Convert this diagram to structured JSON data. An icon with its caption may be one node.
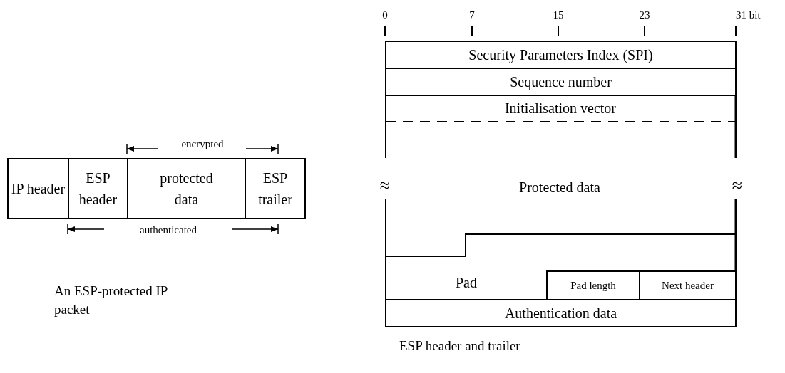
{
  "diagram": {
    "nodes": [
      {
        "text": [
          "IP header"
        ]
      },
      {
        "text": [
          "ESP header"
        ]
      },
      {
        "text": [
          "protected data"
        ]
      },
      {
        "text": [
          "ESP trailer"
        ]
      },
      {
        "text": [
          "Security Parameters Index (SPI)"
        ]
      },
      {
        "text": [
          "Sequence number"
        ]
      },
      {
        "text": [
          "Initialisation vector"
        ]
      },
      {
        "text": [
          "Protected data"
        ]
      },
      {
        "text": [
          "Pad"
        ]
      },
      {
        "text": [
          "Pad length"
        ]
      },
      {
        "text": [
          "Next header"
        ]
      },
      {
        "text": [
          "Authentication data"
        ]
      }
    ],
    "labels": [
      "0",
      "7",
      "15",
      "23",
      "31 bit",
      "encrypted",
      "≈",
      "≈",
      "authenticated",
      "An ESP-protected IP packet",
      "ESP header and trailer"
    ]
  }
}
